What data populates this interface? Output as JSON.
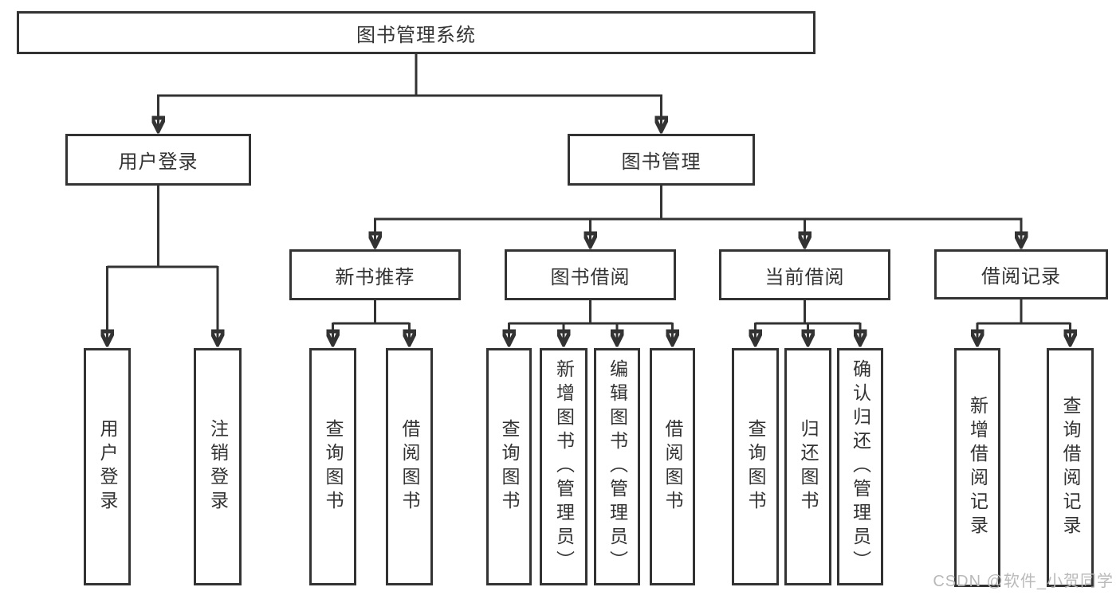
{
  "colors": {
    "line": "#333333",
    "text": "#333333",
    "box_background": "#ffffff",
    "watermark": "#b9b9b9",
    "background": "#ffffff"
  },
  "tree": {
    "root": {
      "label": "图书管理系统"
    },
    "level2": [
      {
        "label": "用户登录",
        "parent": "图书管理系统"
      },
      {
        "label": "图书管理",
        "parent": "图书管理系统"
      }
    ],
    "level3": [
      {
        "label": "新书推荐",
        "parent": "图书管理"
      },
      {
        "label": "图书借阅",
        "parent": "图书管理"
      },
      {
        "label": "当前借阅",
        "parent": "图书管理"
      },
      {
        "label": "借阅记录",
        "parent": "图书管理"
      }
    ],
    "leaves": [
      {
        "label": "用户登录",
        "parent": "用户登录"
      },
      {
        "label": "注销登录",
        "parent": "用户登录"
      },
      {
        "label": "查询图书",
        "parent": "新书推荐"
      },
      {
        "label": "借阅图书",
        "parent": "新书推荐"
      },
      {
        "label": "查询图书",
        "parent": "图书借阅"
      },
      {
        "label": "新增图书（管理员）",
        "parent": "图书借阅"
      },
      {
        "label": "编辑图书（管理员）",
        "parent": "图书借阅"
      },
      {
        "label": "借阅图书",
        "parent": "图书借阅"
      },
      {
        "label": "查询图书",
        "parent": "当前借阅"
      },
      {
        "label": "归还图书",
        "parent": "当前借阅"
      },
      {
        "label": "确认归还（管理员）",
        "parent": "当前借阅"
      },
      {
        "label": "新增借阅记录",
        "parent": "借阅记录"
      },
      {
        "label": "查询借阅记录",
        "parent": "借阅记录"
      }
    ]
  },
  "watermark": {
    "text": "CSDN @软件_小贺同学"
  }
}
